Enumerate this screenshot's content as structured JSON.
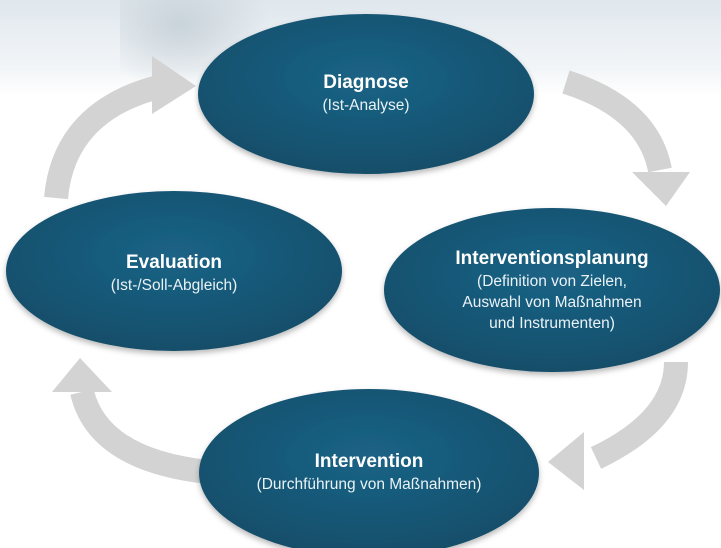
{
  "diagram": {
    "nodes": [
      {
        "id": "diagnose",
        "title": "Diagnose",
        "subtitle": "(Ist-Analyse)"
      },
      {
        "id": "interventionsplanung",
        "title": "Interventionsplanung",
        "subtitle_lines": [
          "(Definition von Zielen,",
          "Auswahl von Maßnahmen",
          "und Instrumenten)"
        ]
      },
      {
        "id": "intervention",
        "title": "Intervention",
        "subtitle": "(Durchführung von Maßnahmen)"
      },
      {
        "id": "evaluation",
        "title": "Evaluation",
        "subtitle": "(Ist-/Soll-Abgleich)"
      }
    ],
    "cycle_order": [
      "diagnose",
      "interventionsplanung",
      "intervention",
      "evaluation"
    ],
    "colors": {
      "node_fill": "#165978",
      "node_shadow": "#0f4159",
      "arrow": "#d3d3d3",
      "text": "#ffffff"
    }
  }
}
